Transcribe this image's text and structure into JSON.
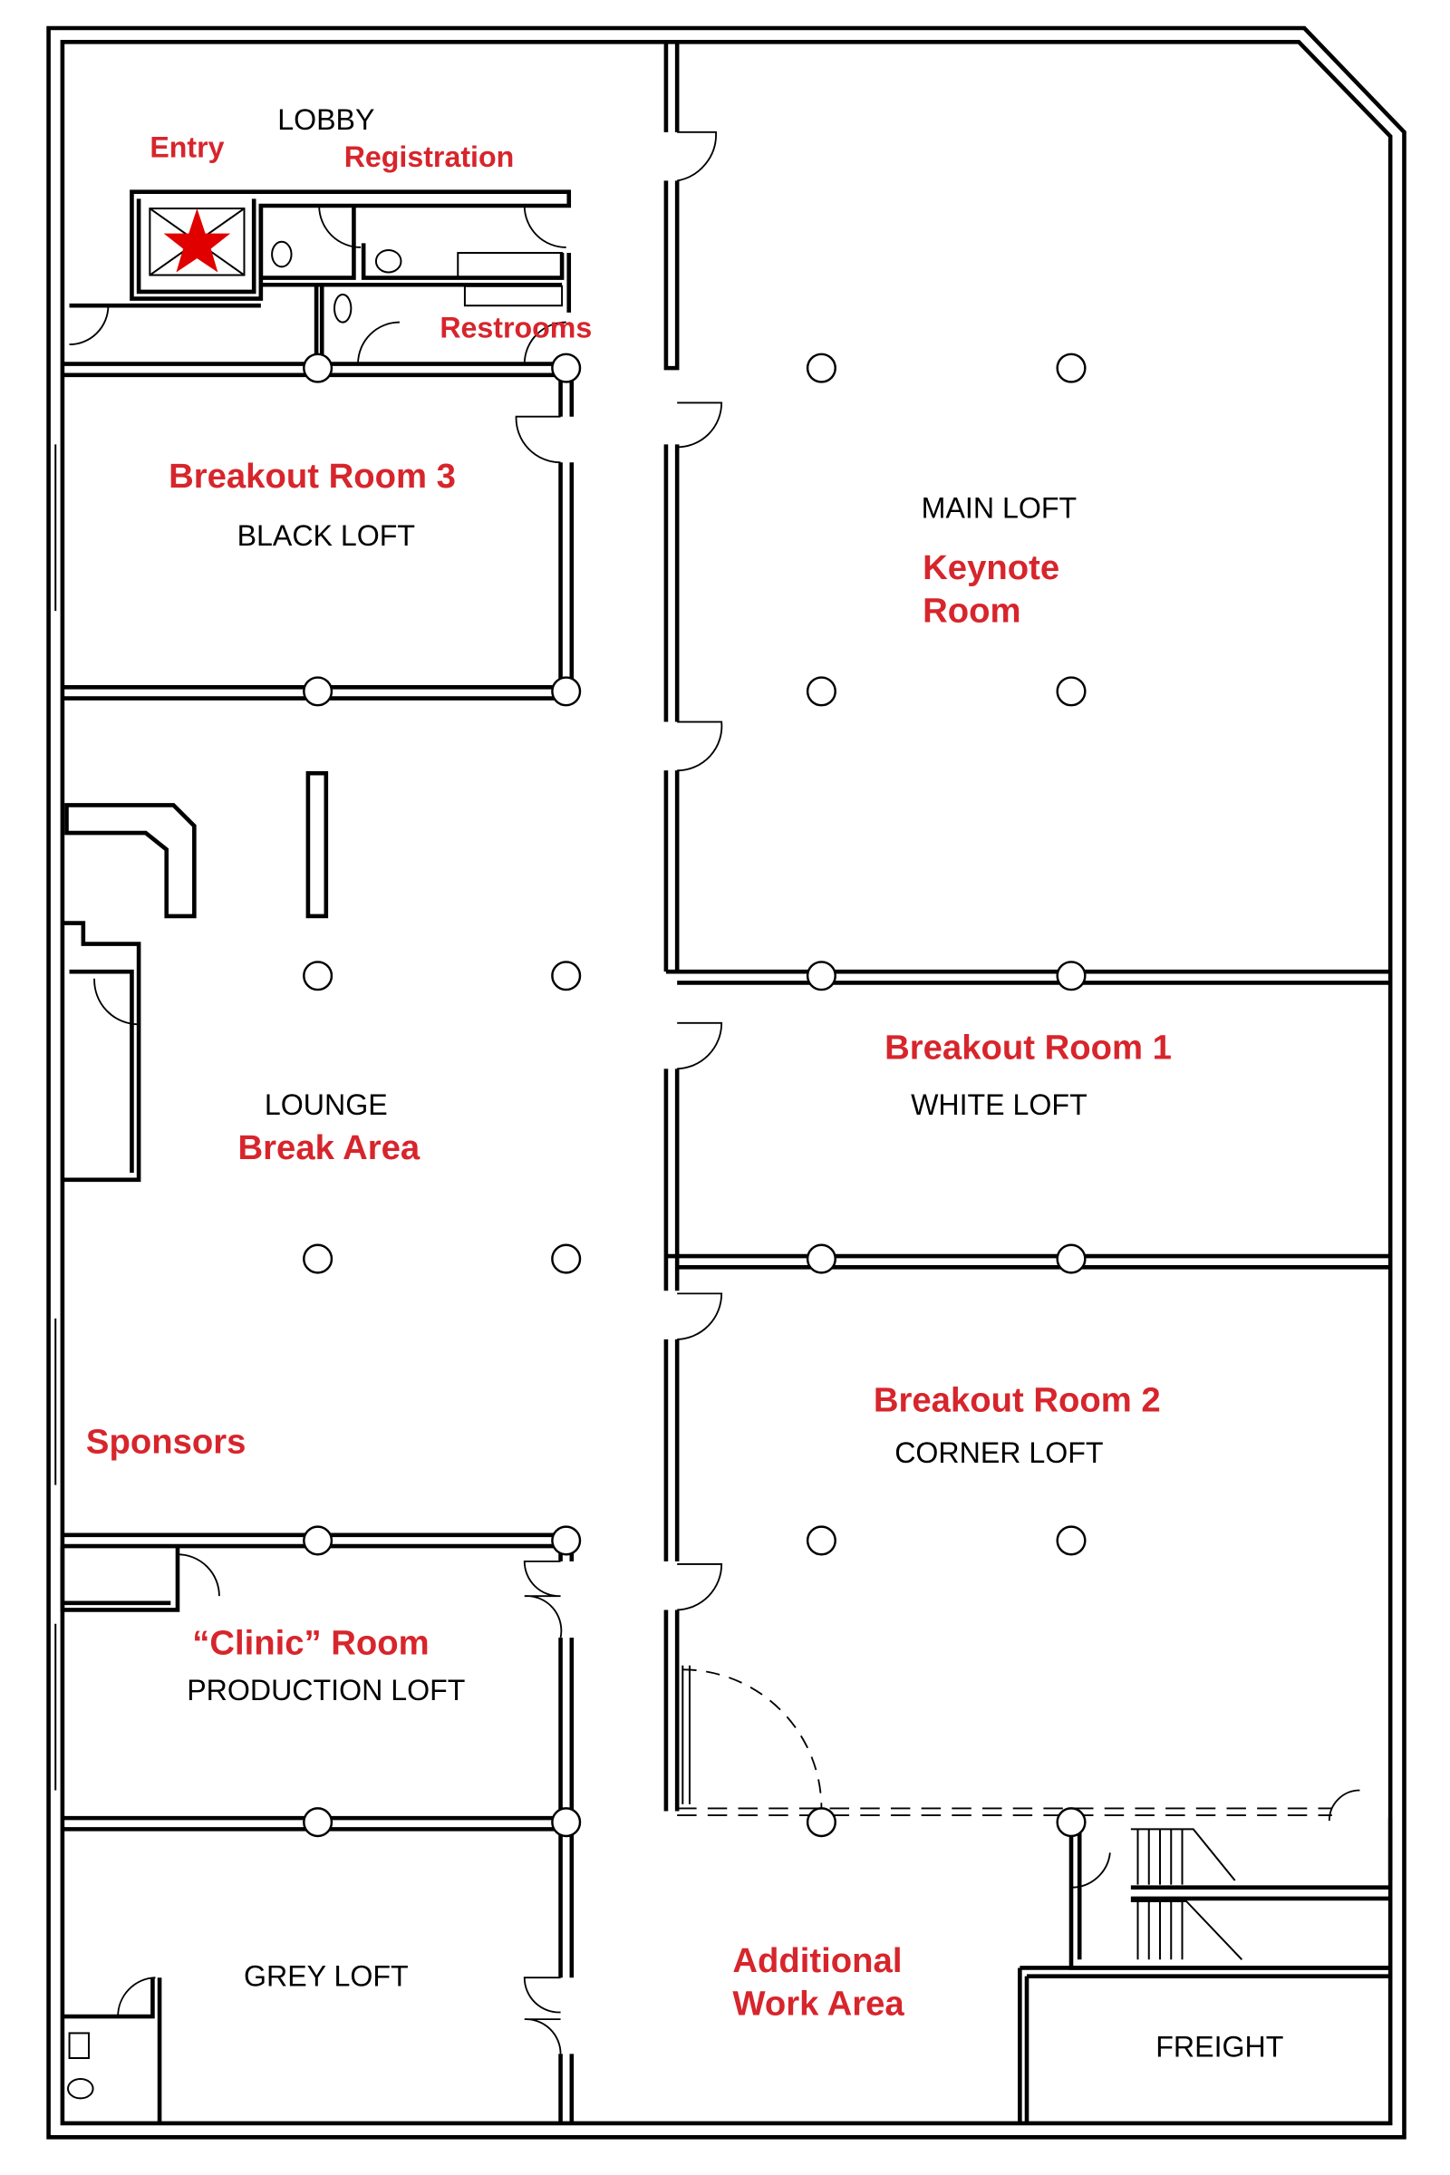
{
  "colors": {
    "event_label": "#d7252c",
    "room_label": "#000000",
    "entry_marker": "#e00000"
  },
  "marker": {
    "icon": "star-icon"
  },
  "rooms": [
    {
      "id": "lobby",
      "name": "LOBBY",
      "event_labels": [
        "Entry",
        "Registration"
      ]
    },
    {
      "id": "restrooms",
      "event_labels": [
        "Restrooms"
      ]
    },
    {
      "id": "black-loft",
      "name": "BLACK LOFT",
      "event_labels": [
        "Breakout Room 3"
      ]
    },
    {
      "id": "main-loft",
      "name": "MAIN LOFT",
      "event_labels": [
        "Keynote",
        "Room"
      ]
    },
    {
      "id": "lounge",
      "name": "LOUNGE",
      "event_labels": [
        "Break Area",
        "Sponsors"
      ]
    },
    {
      "id": "white-loft",
      "name": "WHITE LOFT",
      "event_labels": [
        "Breakout Room 1"
      ]
    },
    {
      "id": "corner-loft",
      "name": "CORNER LOFT",
      "event_labels": [
        "Breakout Room 2"
      ]
    },
    {
      "id": "production-loft",
      "name": "PRODUCTION LOFT",
      "event_labels": [
        "“Clinic” Room"
      ]
    },
    {
      "id": "grey-loft",
      "name": "GREY LOFT",
      "event_labels": []
    },
    {
      "id": "additional",
      "event_labels": [
        "Additional",
        "Work Area"
      ]
    },
    {
      "id": "freight",
      "name": "FREIGHT",
      "event_labels": []
    }
  ]
}
